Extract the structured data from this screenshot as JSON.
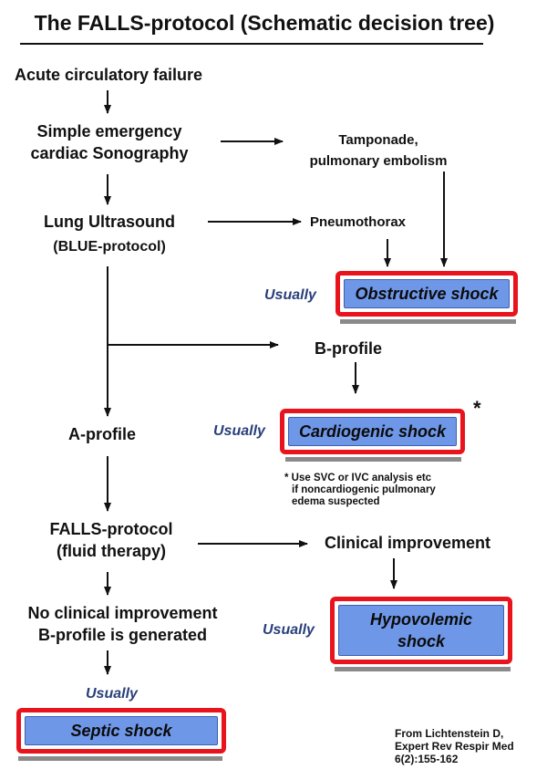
{
  "title": "The FALLS-protocol (Schematic decision tree)",
  "colors": {
    "box_border": "#e8131c",
    "box_fill": "#6f97e8",
    "usually_text": "#2a3f7a",
    "shadow": "#8a8a8a"
  },
  "nodes": {
    "acute": "Acute circulatory failure",
    "cardiac_line1": "Simple emergency",
    "cardiac_line2": "cardiac Sonography",
    "tamponade_line1": "Tamponade,",
    "tamponade_line2": "pulmonary embolism",
    "lung_line1": "Lung Ultrasound",
    "lung_line2": "(BLUE-protocol)",
    "pneumothorax": "Pneumothorax",
    "bprofile": "B-profile",
    "aprofile": "A-profile",
    "falls_line1": "FALLS-protocol",
    "falls_line2": "(fluid therapy)",
    "clinical": "Clinical improvement",
    "noimprove_line1": "No clinical improvement",
    "noimprove_line2": "B-profile is generated"
  },
  "usually_label": "Usually",
  "shocks": {
    "obstructive": "Obstructive shock",
    "cardiogenic": "Cardiogenic shock",
    "hypovolemic_line1": "Hypovolemic",
    "hypovolemic_line2": "shock",
    "septic": "Septic shock"
  },
  "asterisk": "*",
  "footnote": {
    "line1": "* Use SVC or IVC analysis etc",
    "line2": "if noncardiogenic pulmonary",
    "line3": "edema suspected"
  },
  "citation": {
    "line1": "From Lichtenstein D,",
    "line2": "Expert Rev Respir Med",
    "line3": "6(2):155-162"
  }
}
